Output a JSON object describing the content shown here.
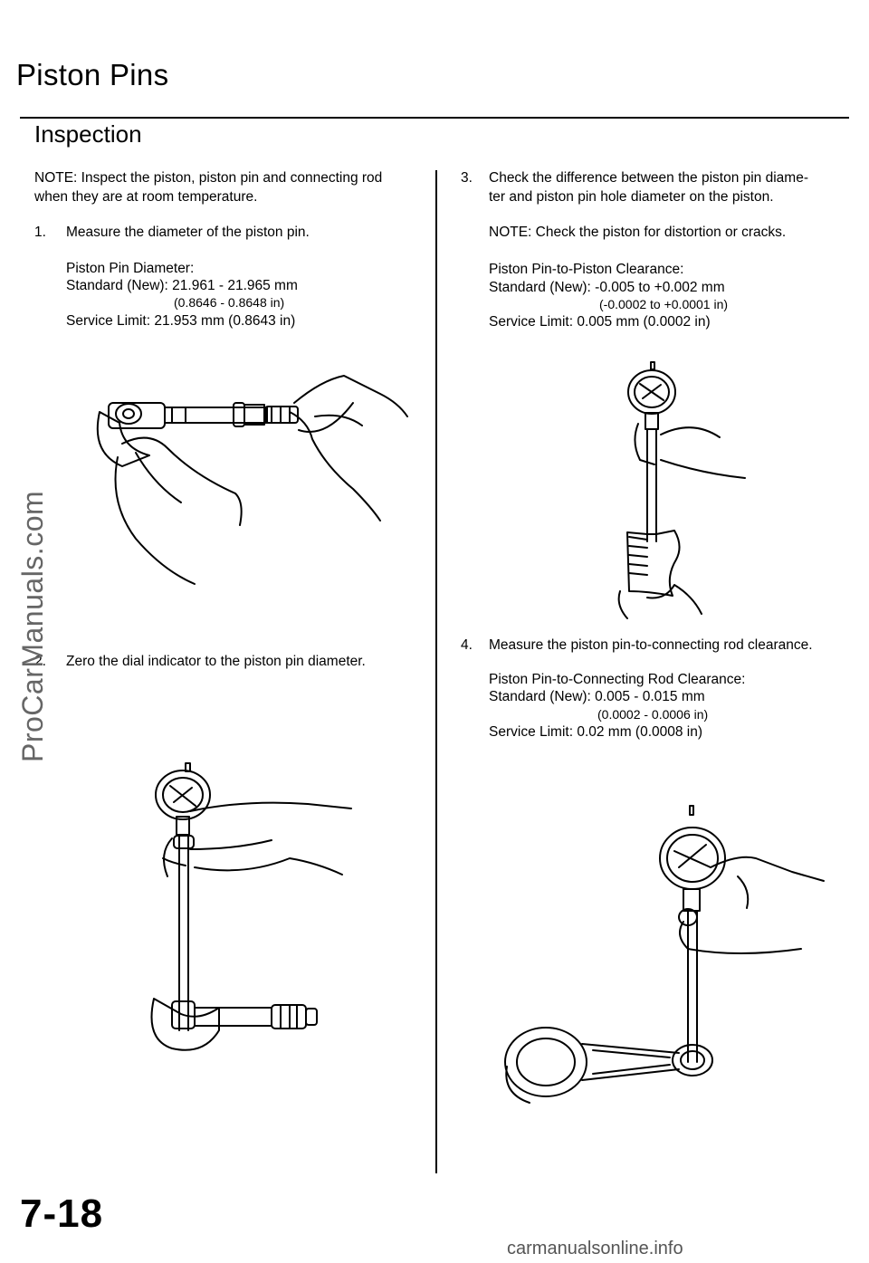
{
  "header": {
    "title": "Piston Pins",
    "section": "Inspection"
  },
  "left": {
    "note": [
      "NOTE:  Inspect the piston, piston pin and connecting rod",
      "when they are at room temperature."
    ],
    "step1": {
      "num": "1.",
      "text": "Measure the diameter of the piston pin."
    },
    "spec1": {
      "label": "Piston Pin Diameter:",
      "standard": "Standard (New): 21.961 - 21.965 mm",
      "standard_in": "(0.8646 - 0.8648 in)",
      "limit": "Service Limit: 21.953 mm (0.8643 in)"
    },
    "step2": {
      "num": "2.",
      "text": "Zero the dial indicator to the piston pin diameter."
    }
  },
  "right": {
    "step3": {
      "num": "3.",
      "text": [
        "Check the difference between the piston pin diame-",
        "ter and piston pin hole diameter on the piston."
      ]
    },
    "note3": "NOTE:  Check the piston for distortion or cracks.",
    "spec3": {
      "label": "Piston Pin-to-Piston Clearance:",
      "standard": "Standard (New): -0.005 to +0.002 mm",
      "standard_in": "(-0.0002 to +0.0001 in)",
      "limit": "Service Limit: 0.005 mm (0.0002 in)"
    },
    "step4": {
      "num": "4.",
      "text": "Measure the piston pin-to-connecting rod clearance."
    },
    "spec4": {
      "label": "Piston Pin-to-Connecting Rod Clearance:",
      "standard": "Standard (New): 0.005 - 0.015 mm",
      "standard_in": "(0.0002 - 0.0006 in)",
      "limit": "Service Limit: 0.02 mm (0.0008 in)"
    }
  },
  "page_number": "7-18",
  "watermark": "ProCarManuals.com",
  "footer_site": "carmanualsonline.info"
}
